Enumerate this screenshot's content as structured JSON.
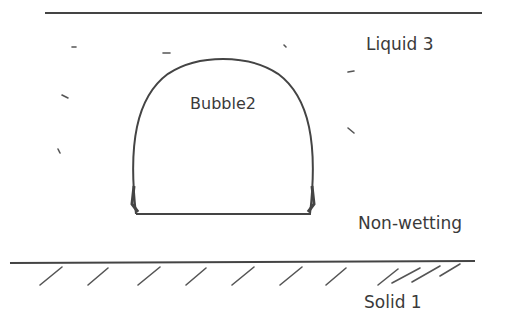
{
  "diagram": {
    "nodes": [
      {
        "text": [
          "Bubble2"
        ]
      }
    ],
    "labels": [
      "Liquid 3",
      "Non-wetting",
      "Solid 1"
    ]
  }
}
